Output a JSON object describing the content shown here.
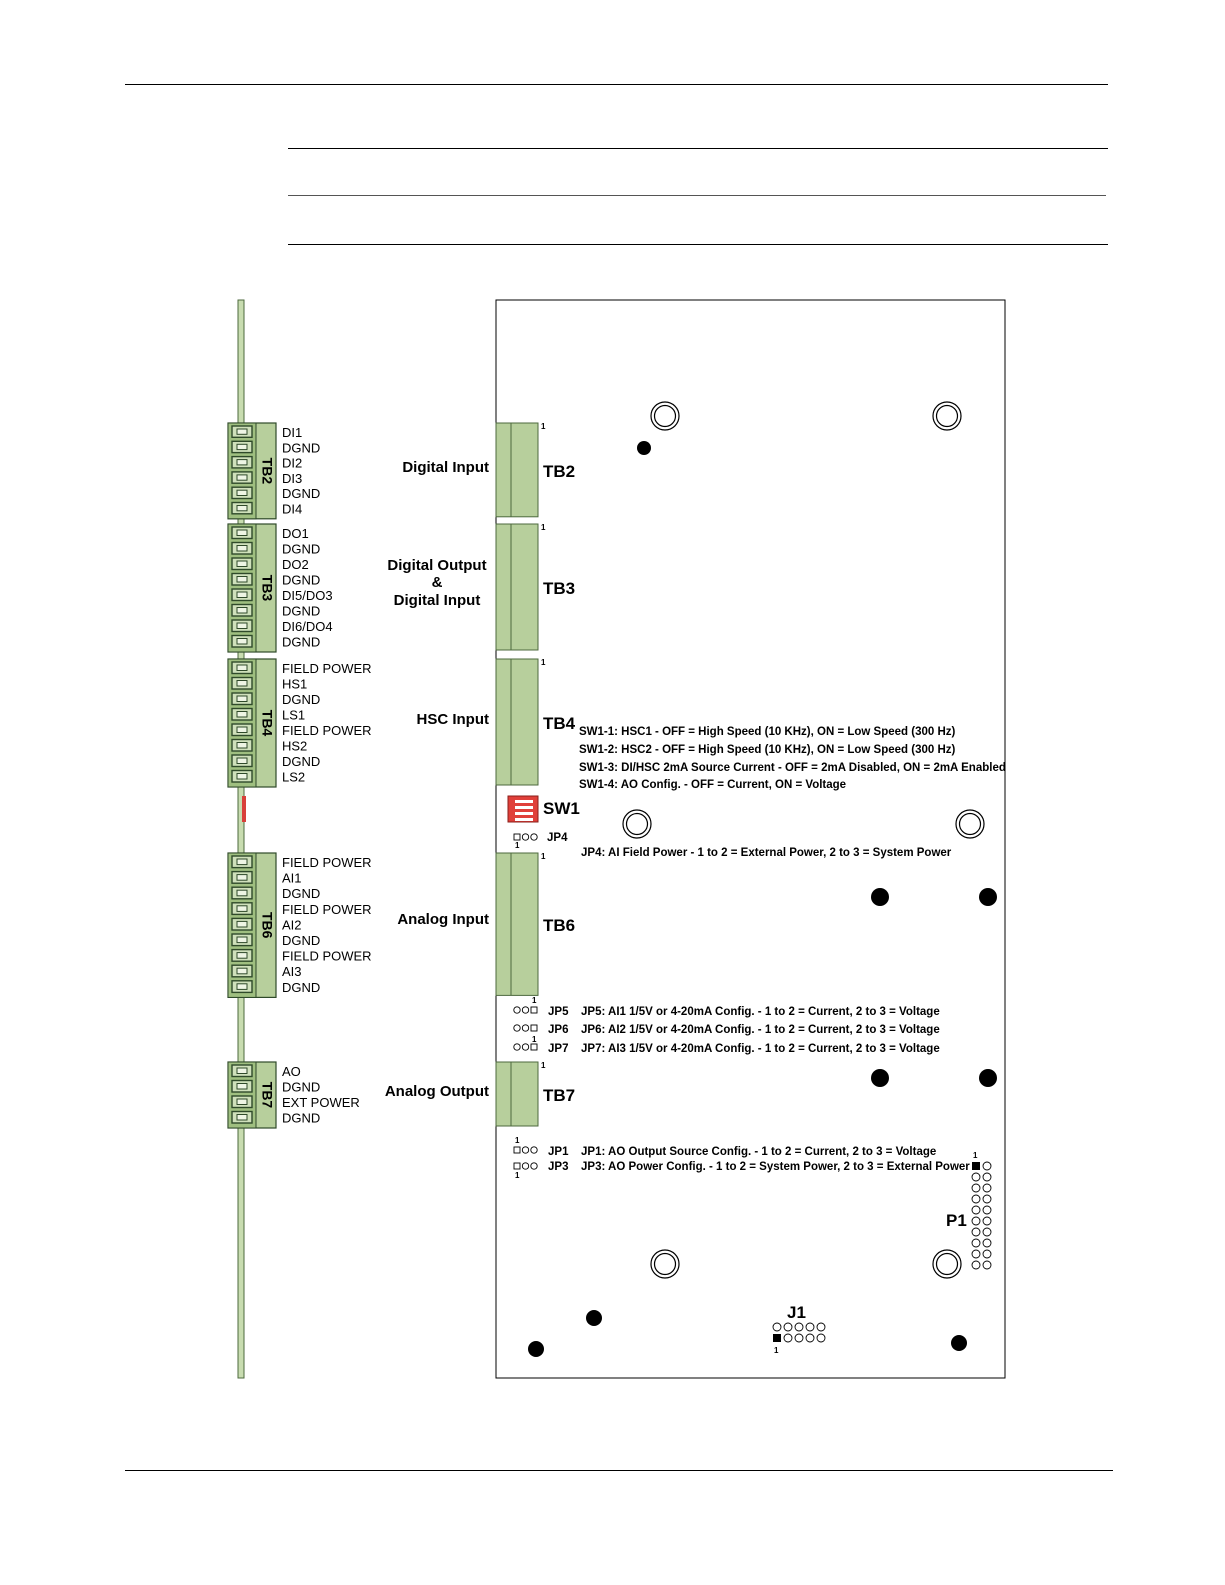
{
  "diagram": {
    "terminal_blocks": [
      {
        "id": "TB2",
        "group_label": [
          "Digital Input"
        ],
        "pins": [
          "DI1",
          "DGND",
          "DI2",
          "DI3",
          "DGND",
          "DI4"
        ]
      },
      {
        "id": "TB3",
        "group_label": [
          "Digital Output",
          "&",
          "Digital Input"
        ],
        "pins": [
          "DO1",
          "DGND",
          "DO2",
          "DGND",
          "DI5/DO3",
          "DGND",
          "DI6/DO4",
          "DGND"
        ]
      },
      {
        "id": "TB4",
        "group_label": [
          "HSC Input"
        ],
        "pins": [
          "FIELD POWER",
          "HS1",
          "DGND",
          "LS1",
          "FIELD POWER",
          "HS2",
          "DGND",
          "LS2"
        ]
      },
      {
        "id": "TB6",
        "group_label": [
          "Analog Input"
        ],
        "pins": [
          "FIELD POWER",
          "AI1",
          "DGND",
          "FIELD POWER",
          "AI2",
          "DGND",
          "FIELD POWER",
          "AI3",
          "DGND"
        ]
      },
      {
        "id": "TB7",
        "group_label": [
          "Analog Output"
        ],
        "pins": [
          "AO",
          "DGND",
          "EXT POWER",
          "DGND"
        ]
      }
    ],
    "pin_one_marker": "1",
    "sw1": {
      "label": "SW1",
      "notes": [
        "SW1-1: HSC1 - OFF = High Speed (10 KHz), ON = Low Speed (300 Hz)",
        "SW1-2: HSC2 - OFF = High Speed (10 KHz), ON = Low Speed (300 Hz)",
        "SW1-3: DI/HSC 2mA Source Current - OFF = 2mA Disabled, ON = 2mA Enabled",
        "SW1-4: AO Config. - OFF = Current, ON = Voltage"
      ]
    },
    "jumpers": [
      {
        "id": "JP4",
        "label": "JP4",
        "note": "JP4: AI Field Power - 1 to 2 = External Power, 2 to 3 = System Power"
      },
      {
        "id": "JP5",
        "label": "JP5",
        "note": "JP5: AI1 1/5V or 4-20mA Config. - 1 to 2 = Current, 2 to 3 = Voltage"
      },
      {
        "id": "JP6",
        "label": "JP6",
        "note": "JP6: AI2 1/5V or 4-20mA Config. - 1 to 2 = Current, 2 to 3 = Voltage"
      },
      {
        "id": "JP7",
        "label": "JP7",
        "note": "JP7: AI3 1/5V or 4-20mA Config. - 1 to 2 = Current, 2 to 3 = Voltage"
      },
      {
        "id": "JP1",
        "label": "JP1",
        "note": "JP1: AO Output Source Config. - 1 to 2 = Current, 2 to 3 = Voltage"
      },
      {
        "id": "JP3",
        "label": "JP3",
        "note": "JP3: AO Power Config. - 1 to 2 = System Power, 2 to 3 = External Power"
      }
    ],
    "headers": [
      {
        "id": "P1",
        "label": "P1"
      },
      {
        "id": "J1",
        "label": "J1"
      }
    ],
    "colors": {
      "terminal_green": "#b7cf9c",
      "terminal_dark": "#2f4a2a",
      "dip_red": "#e0403a"
    }
  }
}
